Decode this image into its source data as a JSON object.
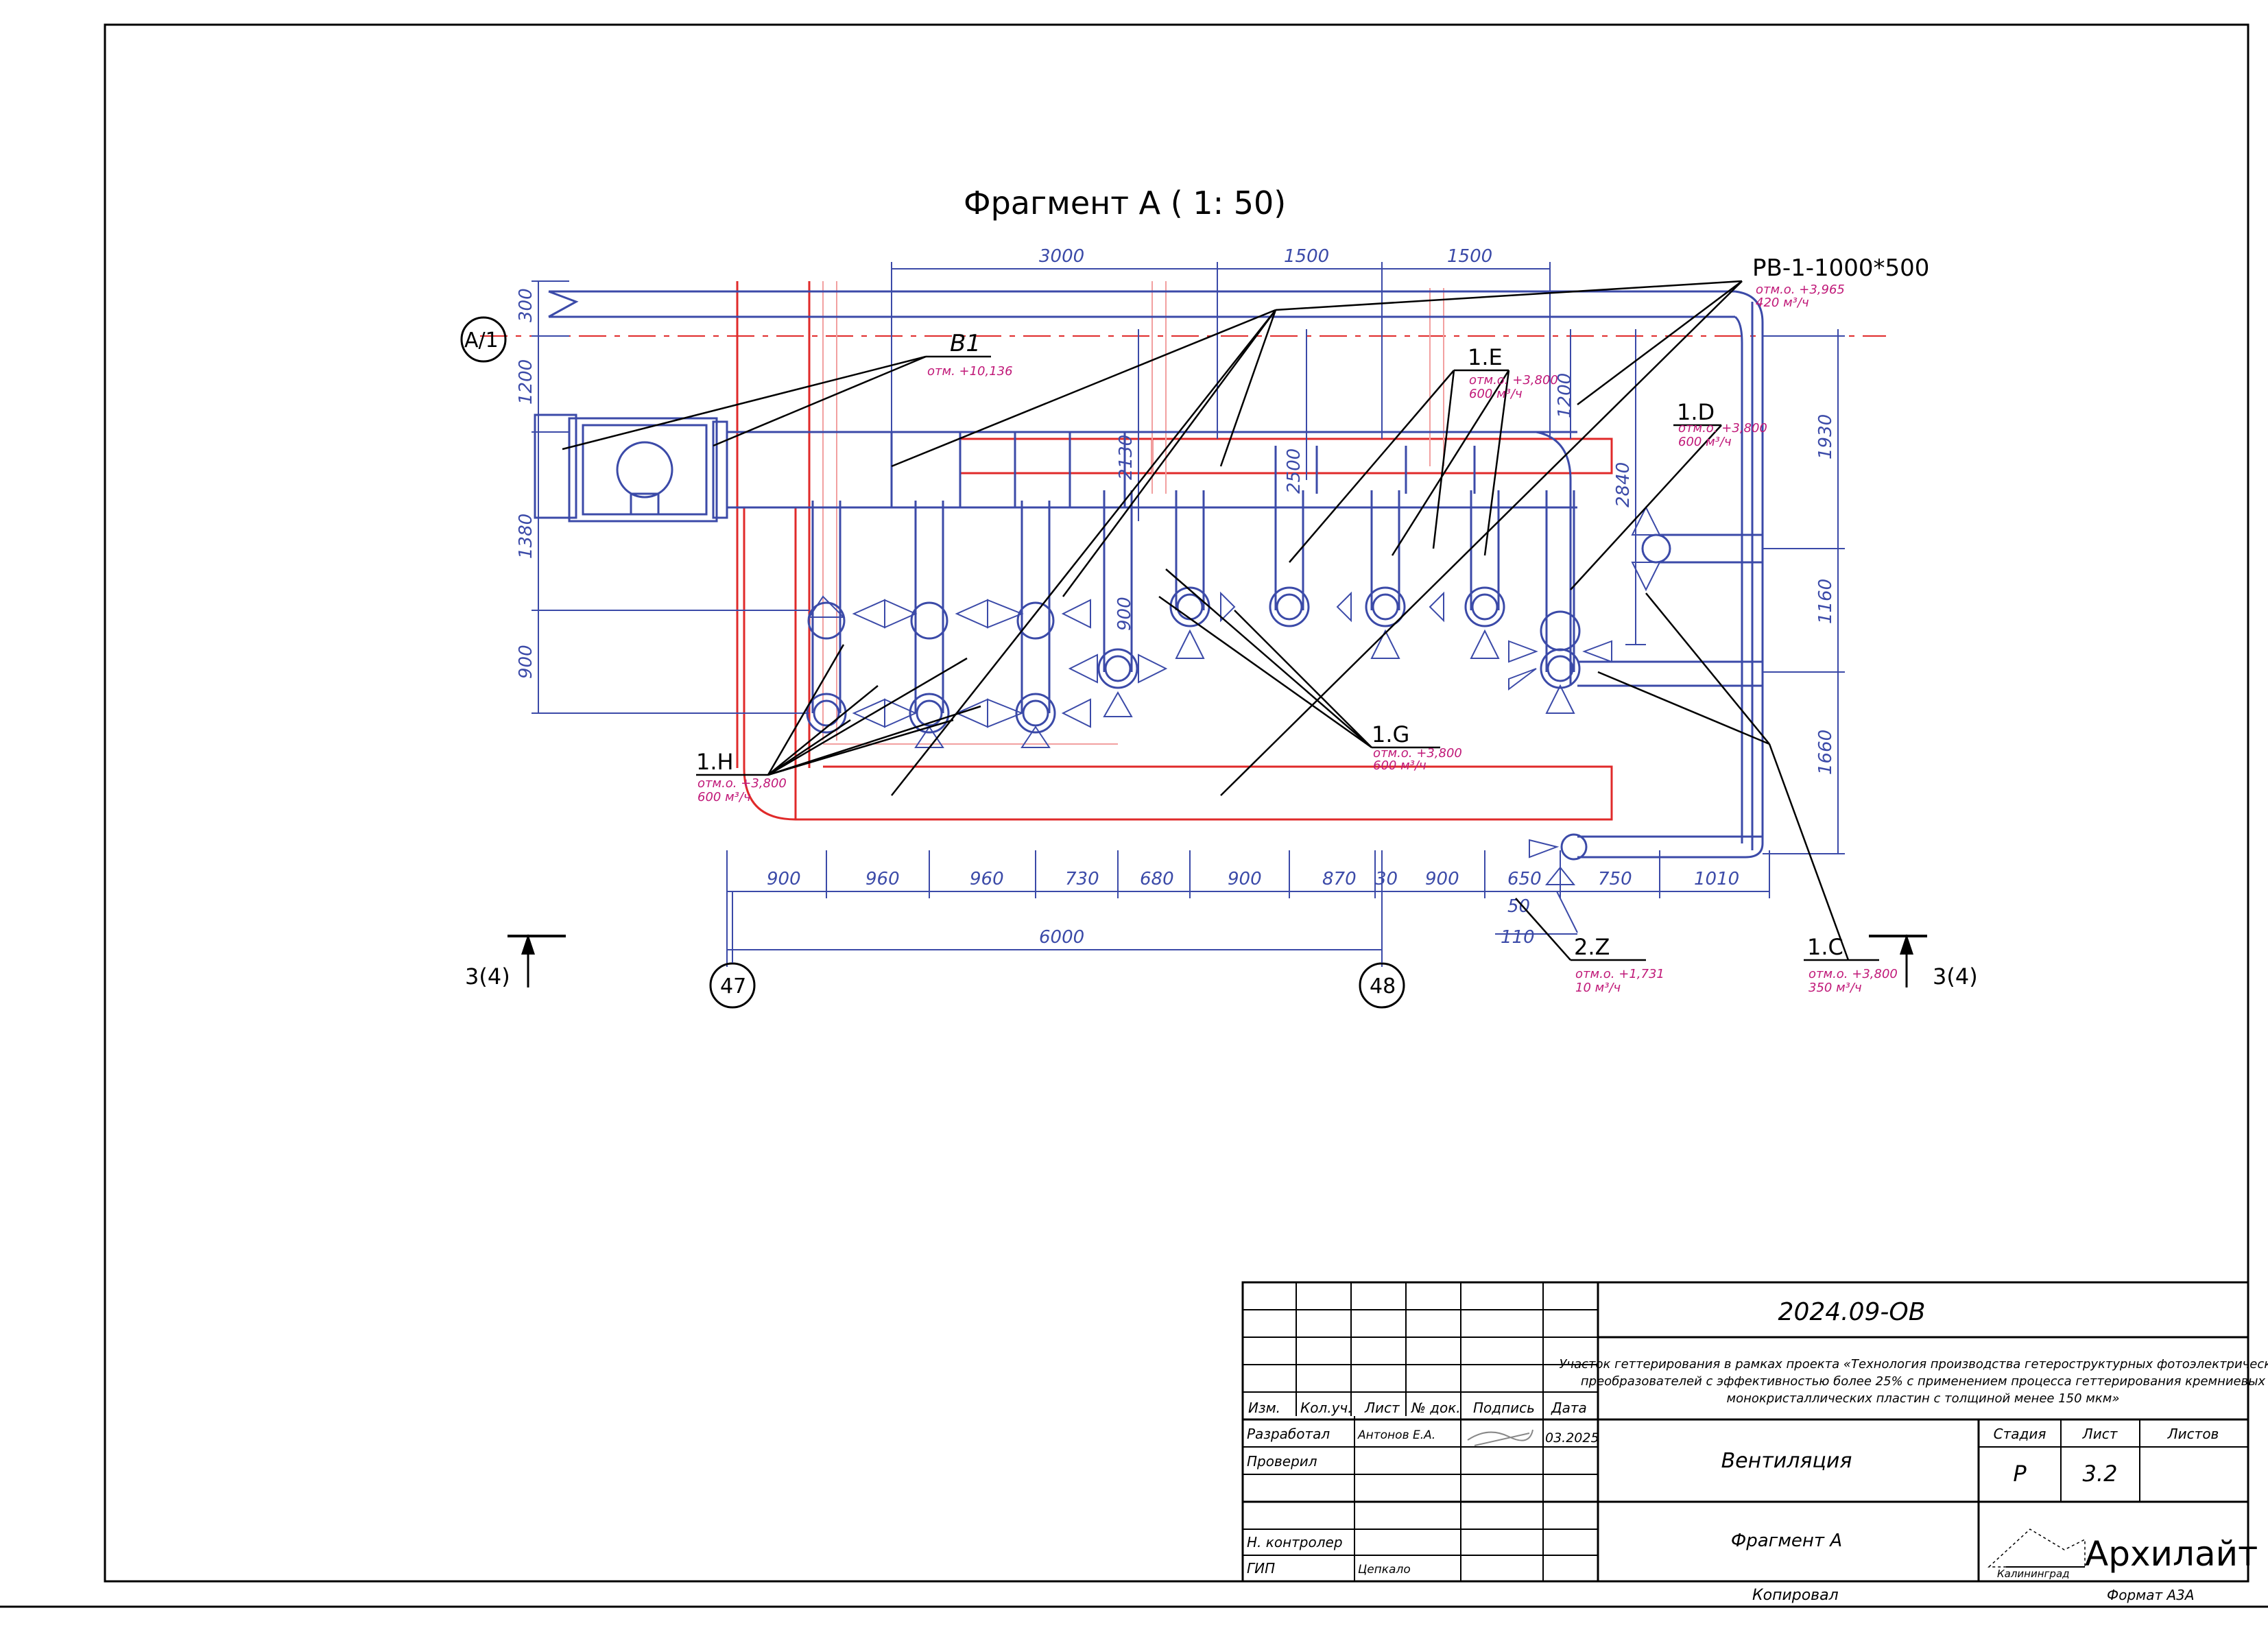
{
  "drawing": {
    "title": "Фрагмент А ( 1: 50)",
    "colors": {
      "duct": "#3b4aa8",
      "pipe": "#e02a2a",
      "label": "#c01878",
      "ink": "#000000"
    },
    "axes": {
      "a1": "А/1",
      "ax47": "47",
      "ax48": "48"
    },
    "section_marks": {
      "left": "3(4)",
      "right": "3(4)"
    },
    "dimensions": {
      "top": [
        "3000",
        "1500",
        "1500"
      ],
      "bottom": [
        "900",
        "960",
        "960",
        "730",
        "680",
        "900",
        "870",
        "30",
        "900",
        "650",
        "750",
        "1010"
      ],
      "overall": "6000",
      "left": [
        "300",
        "1200",
        "1380",
        "900"
      ],
      "right": [
        "1930",
        "1160",
        "1660"
      ],
      "inner": [
        "2130",
        "2500",
        "2840",
        "1200",
        "900"
      ],
      "small": [
        "50",
        "110"
      ]
    },
    "labels": {
      "b1": {
        "name": "В1",
        "elev": "отм. +10,136"
      },
      "rv": {
        "name": "РВ-1-1000*500",
        "elev": "отм.о. +3,965",
        "flow": "420 м³/ч"
      },
      "e": {
        "name": "1.E",
        "elev": "отм.о. +3,800",
        "flow": "600 м³/ч"
      },
      "d": {
        "name": "1.D",
        "elev": "отм.о. +3,800",
        "flow": "600 м³/ч"
      },
      "g": {
        "name": "1.G",
        "elev": "отм.о. +3,800",
        "flow": "600 м³/ч"
      },
      "h": {
        "name": "1.H",
        "elev": "отм.о. +3,800",
        "flow": "600 м³/ч"
      },
      "z": {
        "name": "2.Z",
        "elev": "отм.о. +1,731",
        "flow": "10 м³/ч"
      },
      "c": {
        "name": "1.C",
        "elev": "отм.о. +3,800",
        "flow": "350 м³/ч"
      }
    }
  },
  "title_block": {
    "code": "2024.09-ОВ",
    "project": [
      "Участок геттерирования в рамках проекта «Технология производства гетероструктурных фотоэлектрических",
      "преобразователей с эффективностью более 25% с применением процесса геттерирования кремниевых",
      "монокристаллических пластин с толщиной менее 150 мкм»"
    ],
    "headers": {
      "izm": "Изм.",
      "kol": "Кол.уч.",
      "list": "Лист",
      "doc": "№ док.",
      "sign": "Подпись",
      "date": "Дата"
    },
    "roles": [
      {
        "role": "Разработал",
        "name": "Антонов Е.А.",
        "date": "03.2025"
      },
      {
        "role": "Проверил",
        "name": "",
        "date": ""
      },
      {
        "role": "Н. контролер",
        "name": "",
        "date": ""
      },
      {
        "role": "ГИП",
        "name": "Цепкало",
        "date": ""
      }
    ],
    "section_name": "Вентиляция",
    "sheet_name": "Фрагмент А",
    "stage_header": "Стадия",
    "sheet_header": "Лист",
    "sheets_header": "Листов",
    "stage": "Р",
    "sheet": "3.2",
    "sheets": "",
    "company": "Архилайт",
    "city": "Калининград"
  },
  "footer": {
    "copied": "Копировал",
    "format": "Формат А3А"
  }
}
